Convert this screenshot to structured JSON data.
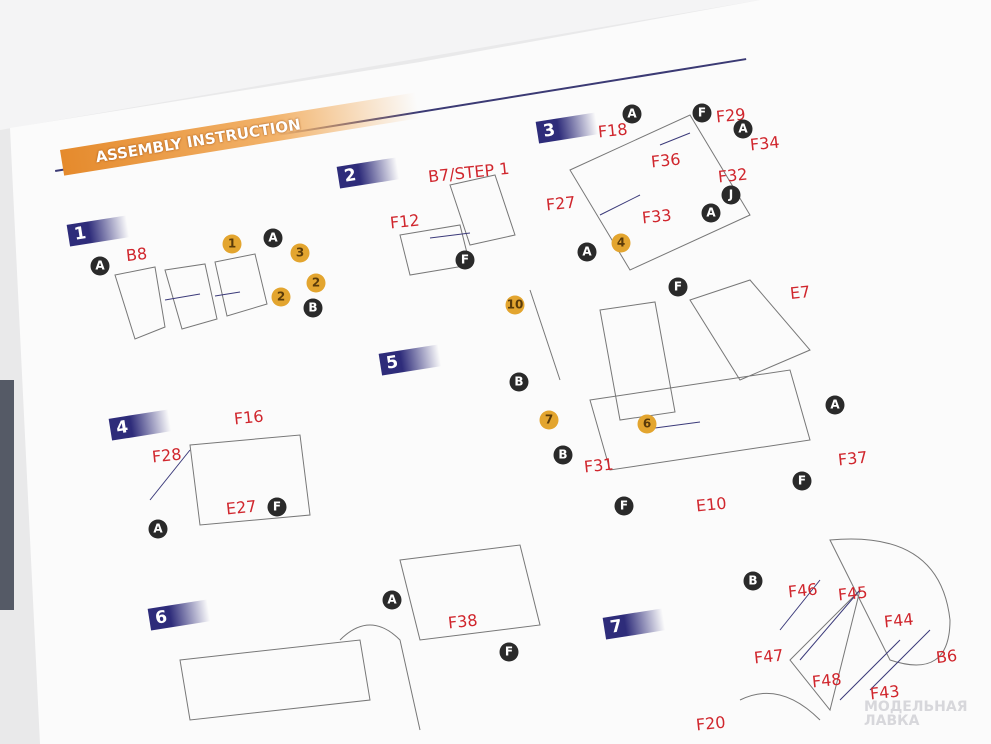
{
  "header": {
    "title": "ASSEMBLY INSTRUCTION"
  },
  "steps": [
    "1",
    "2",
    "3",
    "4",
    "5",
    "6",
    "7"
  ],
  "step1": {
    "parts": [
      "B8"
    ],
    "badges": [
      "A",
      "1",
      "A",
      "3",
      "2",
      "2",
      "B"
    ]
  },
  "step2": {
    "ref": "B7/STEP 1",
    "parts": [
      "F12"
    ],
    "badges": [
      "F"
    ]
  },
  "step3": {
    "parts": [
      "F18",
      "F29",
      "F34",
      "F36",
      "F32",
      "F27",
      "F33"
    ],
    "badges": [
      "A",
      "F",
      "A",
      "J",
      "A",
      "A",
      "4"
    ]
  },
  "step4": {
    "parts": [
      "F16",
      "F28",
      "E27"
    ],
    "badges": [
      "F",
      "A"
    ]
  },
  "step5": {
    "parts": [
      "E7",
      "F31",
      "F37",
      "E10"
    ],
    "badges": [
      "10",
      "F",
      "B",
      "A",
      "7",
      "6",
      "B",
      "F",
      "F"
    ]
  },
  "step6": {
    "parts": [
      "F38"
    ],
    "badges": [
      "A",
      "F"
    ]
  },
  "step7": {
    "parts": [
      "F46",
      "F45",
      "F44",
      "F47",
      "B6",
      "F48",
      "F43",
      "F20"
    ],
    "badges": [
      "B"
    ]
  },
  "watermark": [
    "МОДЕЛЬНАЯ",
    "ЛАВКА"
  ]
}
